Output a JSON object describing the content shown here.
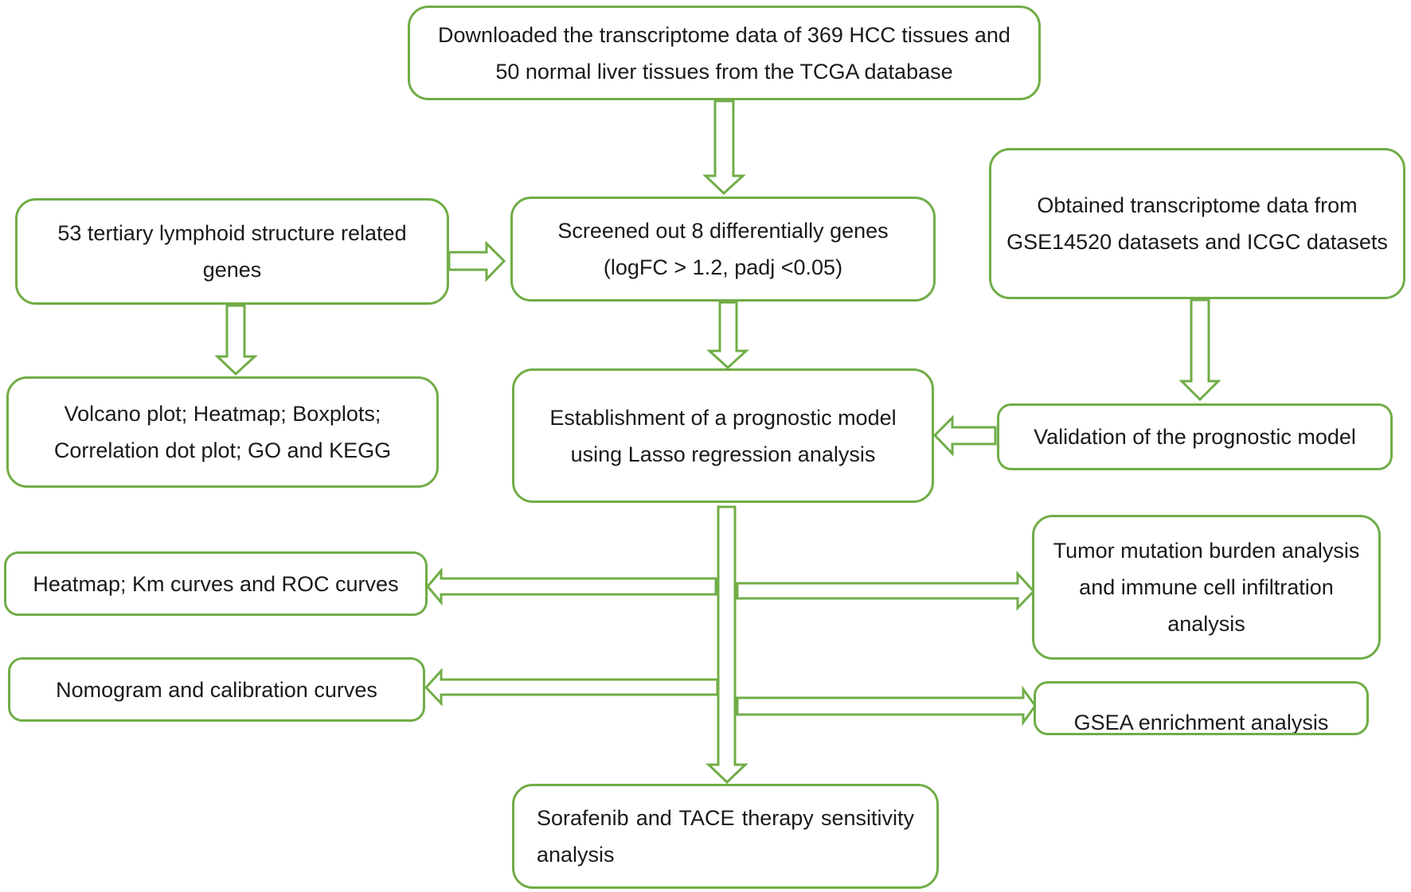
{
  "diagram": {
    "type": "flowchart",
    "accent_color": "#70ad47",
    "nodes": {
      "download": "Downloaded the transcriptome data of 369 HCC tissues and 50 normal liver tissues from the TCGA database",
      "tls_genes": "53 tertiary lymphoid structure related genes",
      "screened": "Screened out 8 differentially genes (logFC > 1.2, padj <0.05)",
      "screened_line1": "Screened out 8 differentially genes",
      "screened_line2": "(logFC > 1.2, padj <0.05)",
      "validation_data": "Obtained transcriptome data from GSE14520 datasets and ICGC datasets",
      "plots": "Volcano plot; Heatmap; Boxplots; Correlation dot plot; GO and KEGG",
      "lasso": "Establishment of a prognostic model using Lasso regression analysis",
      "validation": "Validation of the prognostic model",
      "heatmap_km_roc": "Heatmap; Km curves and ROC curves",
      "tmb_immune": "Tumor mutation burden analysis and immune cell infiltration analysis",
      "nomogram": "Nomogram and calibration curves",
      "gsea": "GSEA enrichment analysis",
      "therapy": "Sorafenib and TACE therapy sensitivity analysis"
    },
    "edges": [
      {
        "from": "download",
        "to": "screened"
      },
      {
        "from": "tls_genes",
        "to": "screened"
      },
      {
        "from": "tls_genes",
        "to": "plots"
      },
      {
        "from": "screened",
        "to": "lasso"
      },
      {
        "from": "validation_data",
        "to": "validation"
      },
      {
        "from": "validation",
        "to": "lasso"
      },
      {
        "from": "lasso",
        "to": "heatmap_km_roc"
      },
      {
        "from": "lasso",
        "to": "tmb_immune"
      },
      {
        "from": "lasso",
        "to": "nomogram"
      },
      {
        "from": "lasso",
        "to": "gsea"
      },
      {
        "from": "lasso",
        "to": "therapy"
      }
    ]
  }
}
